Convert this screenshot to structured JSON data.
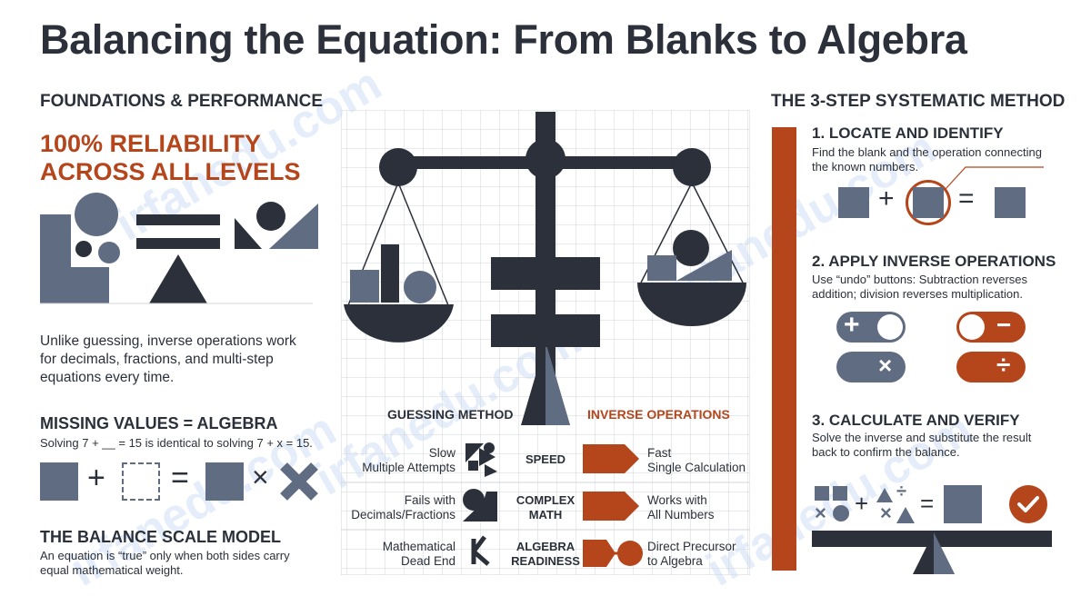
{
  "title": "Balancing the Equation: From Blanks to Algebra",
  "colors": {
    "dark": "#2b303a",
    "slate": "#606c82",
    "orange": "#b5451b",
    "grid": "#d3d6db"
  },
  "left": {
    "heading": "FOUNDATIONS & PERFORMANCE",
    "reliability_line1": "100% RELIABILITY",
    "reliability_line2": "ACROSS ALL LEVELS",
    "reliability_text": "Unlike guessing, inverse operations work for decimals, fractions, and multi-step equations every time.",
    "missing_heading": "MISSING VALUES = ALGEBRA",
    "missing_text": "Solving 7 + __ = 15 is identical to solving 7 + x = 15.",
    "missing_symbols": {
      "plus": "+",
      "equals": "=",
      "times": "×"
    },
    "balance_heading": "THE BALANCE SCALE MODEL",
    "balance_text": "An equation is “true” only when both sides carry equal mathematical weight."
  },
  "center": {
    "guessing_label": "GUESSING METHOD",
    "inverse_label": "INVERSE OPERATIONS",
    "rows": [
      {
        "left1": "Slow",
        "left2": "Multiple Attempts",
        "mid1": "SPEED",
        "mid2": "",
        "right1": "Fast",
        "right2": "Single Calculation"
      },
      {
        "left1": "Fails with",
        "left2": "Decimals/Fractions",
        "mid1": "COMPLEX",
        "mid2": "MATH",
        "right1": "Works with",
        "right2": "All Numbers"
      },
      {
        "left1": "Mathematical",
        "left2": "Dead End",
        "mid1": "ALGEBRA",
        "mid2": "READINESS",
        "right1": "Direct Precursor",
        "right2": "to Algebra"
      }
    ]
  },
  "right": {
    "heading": "THE 3-STEP SYSTEMATIC METHOD",
    "step1_title": "1. LOCATE AND IDENTIFY",
    "step1_text": "Find the blank and the operation connecting the known numbers.",
    "step1_symbols": {
      "plus": "+",
      "equals": "="
    },
    "step2_title": "2. APPLY INVERSE OPERATIONS",
    "step2_text": "Use “undo” buttons: Subtraction reverses addition; division reverses multiplication.",
    "step2_toggles": {
      "plus": "+",
      "minus": "−",
      "times": "×",
      "divide": "÷"
    },
    "step3_title": "3. CALCULATE AND VERIFY",
    "step3_text": "Solve the inverse and substitute the result back to confirm the balance.",
    "step3_symbols": {
      "plus": "+",
      "equals": "=",
      "divide": "÷",
      "times": "×"
    }
  },
  "watermark": "irfanedu.com"
}
